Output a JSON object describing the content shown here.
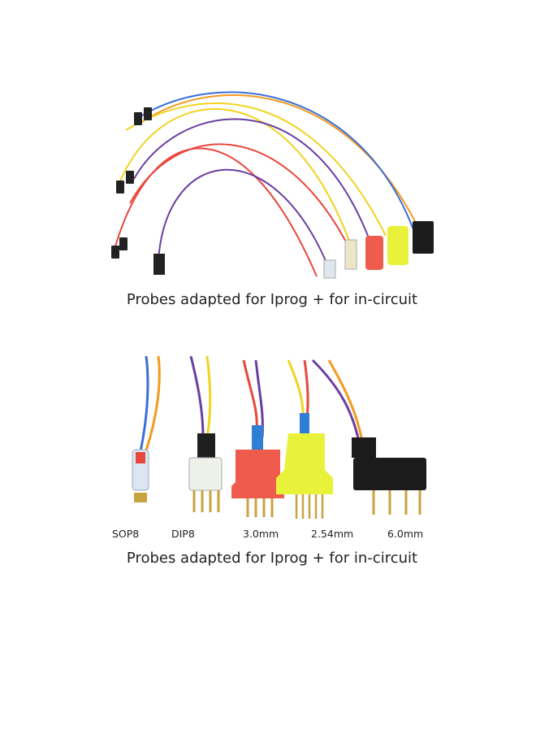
{
  "top_panel": {
    "caption": "Probes adapted for Iprog + for in-circuit"
  },
  "bottom_panel": {
    "caption": "Probes adapted for Iprog + for in-circuit",
    "probe_labels": {
      "sop8": "SOP8",
      "dip8": "DIP8",
      "p30": "3.0mm",
      "p254": "2.54mm",
      "p60": "6.0mm"
    }
  },
  "colors": {
    "wire_red": "#e8473c",
    "wire_orange": "#f39a1e",
    "wire_yellow": "#f2d321",
    "wire_purple": "#6a3fa0",
    "wire_blue": "#3a6fd8",
    "sleeve_blue": "#2f7fd6",
    "probe_red": "#ef5b4c",
    "probe_yellow": "#e8f23a",
    "probe_black": "#1b1b1b",
    "pin_gold": "#c9a340"
  }
}
